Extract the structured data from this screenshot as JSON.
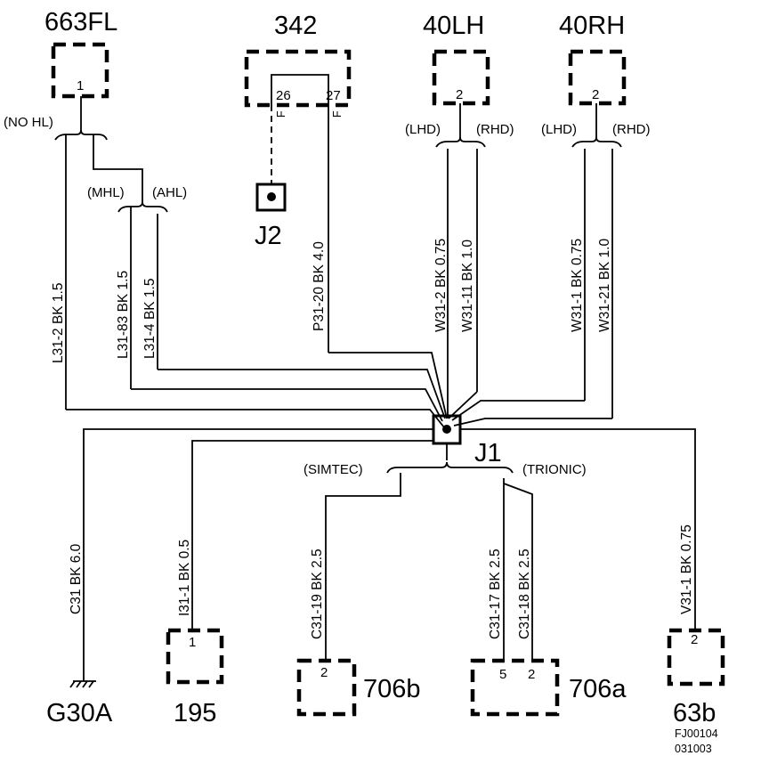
{
  "components": {
    "c663fl": {
      "name": "663FL",
      "pin": "1"
    },
    "c342": {
      "name": "342",
      "pin_a": "26",
      "pin_b": "27",
      "flag_a": "F",
      "flag_b": "F"
    },
    "c40lh": {
      "name": "40LH",
      "pin": "2"
    },
    "c40rh": {
      "name": "40RH",
      "pin": "2"
    },
    "j2": {
      "name": "J2"
    },
    "j1": {
      "name": "J1"
    },
    "g30a": {
      "name": "G30A"
    },
    "c195": {
      "name": "195",
      "pin": "1"
    },
    "c706b": {
      "name": "706b",
      "pin": "2"
    },
    "c706a": {
      "name": "706a",
      "pin_a": "5",
      "pin_b": "2"
    },
    "c63b": {
      "name": "63b",
      "pin": "2"
    }
  },
  "variants": {
    "no_hl": "(NO HL)",
    "mhl": "(MHL)",
    "ahl": "(AHL)",
    "lhd_1": "(LHD)",
    "rhd_1": "(RHD)",
    "lhd_2": "(LHD)",
    "rhd_2": "(RHD)",
    "simtec": "(SIMTEC)",
    "trionic": "(TRIONIC)"
  },
  "wires": {
    "l31_2": "L31-2  BK  1.5",
    "l31_83": "L31-83  BK  1.5",
    "l31_4": "L31-4  BK  1.5",
    "p31_20": "P31-20  BK  4.0",
    "w31_2": "W31-2  BK  0.75",
    "w31_11": "W31-11  BK  1.0",
    "w31_1": "W31-1  BK  0.75",
    "w31_21": "W31-21  BK  1.0",
    "c31": "C31  BK  6.0",
    "i31_1": "I31-1  BK  0.5",
    "c31_19": "C31-19  BK  2.5",
    "c31_17": "C31-17  BK  2.5",
    "c31_18": "C31-18  BK  2.5",
    "v31_1": "V31-1  BK  0.75"
  },
  "footer": {
    "code": "FJ00104",
    "date": "031003"
  }
}
